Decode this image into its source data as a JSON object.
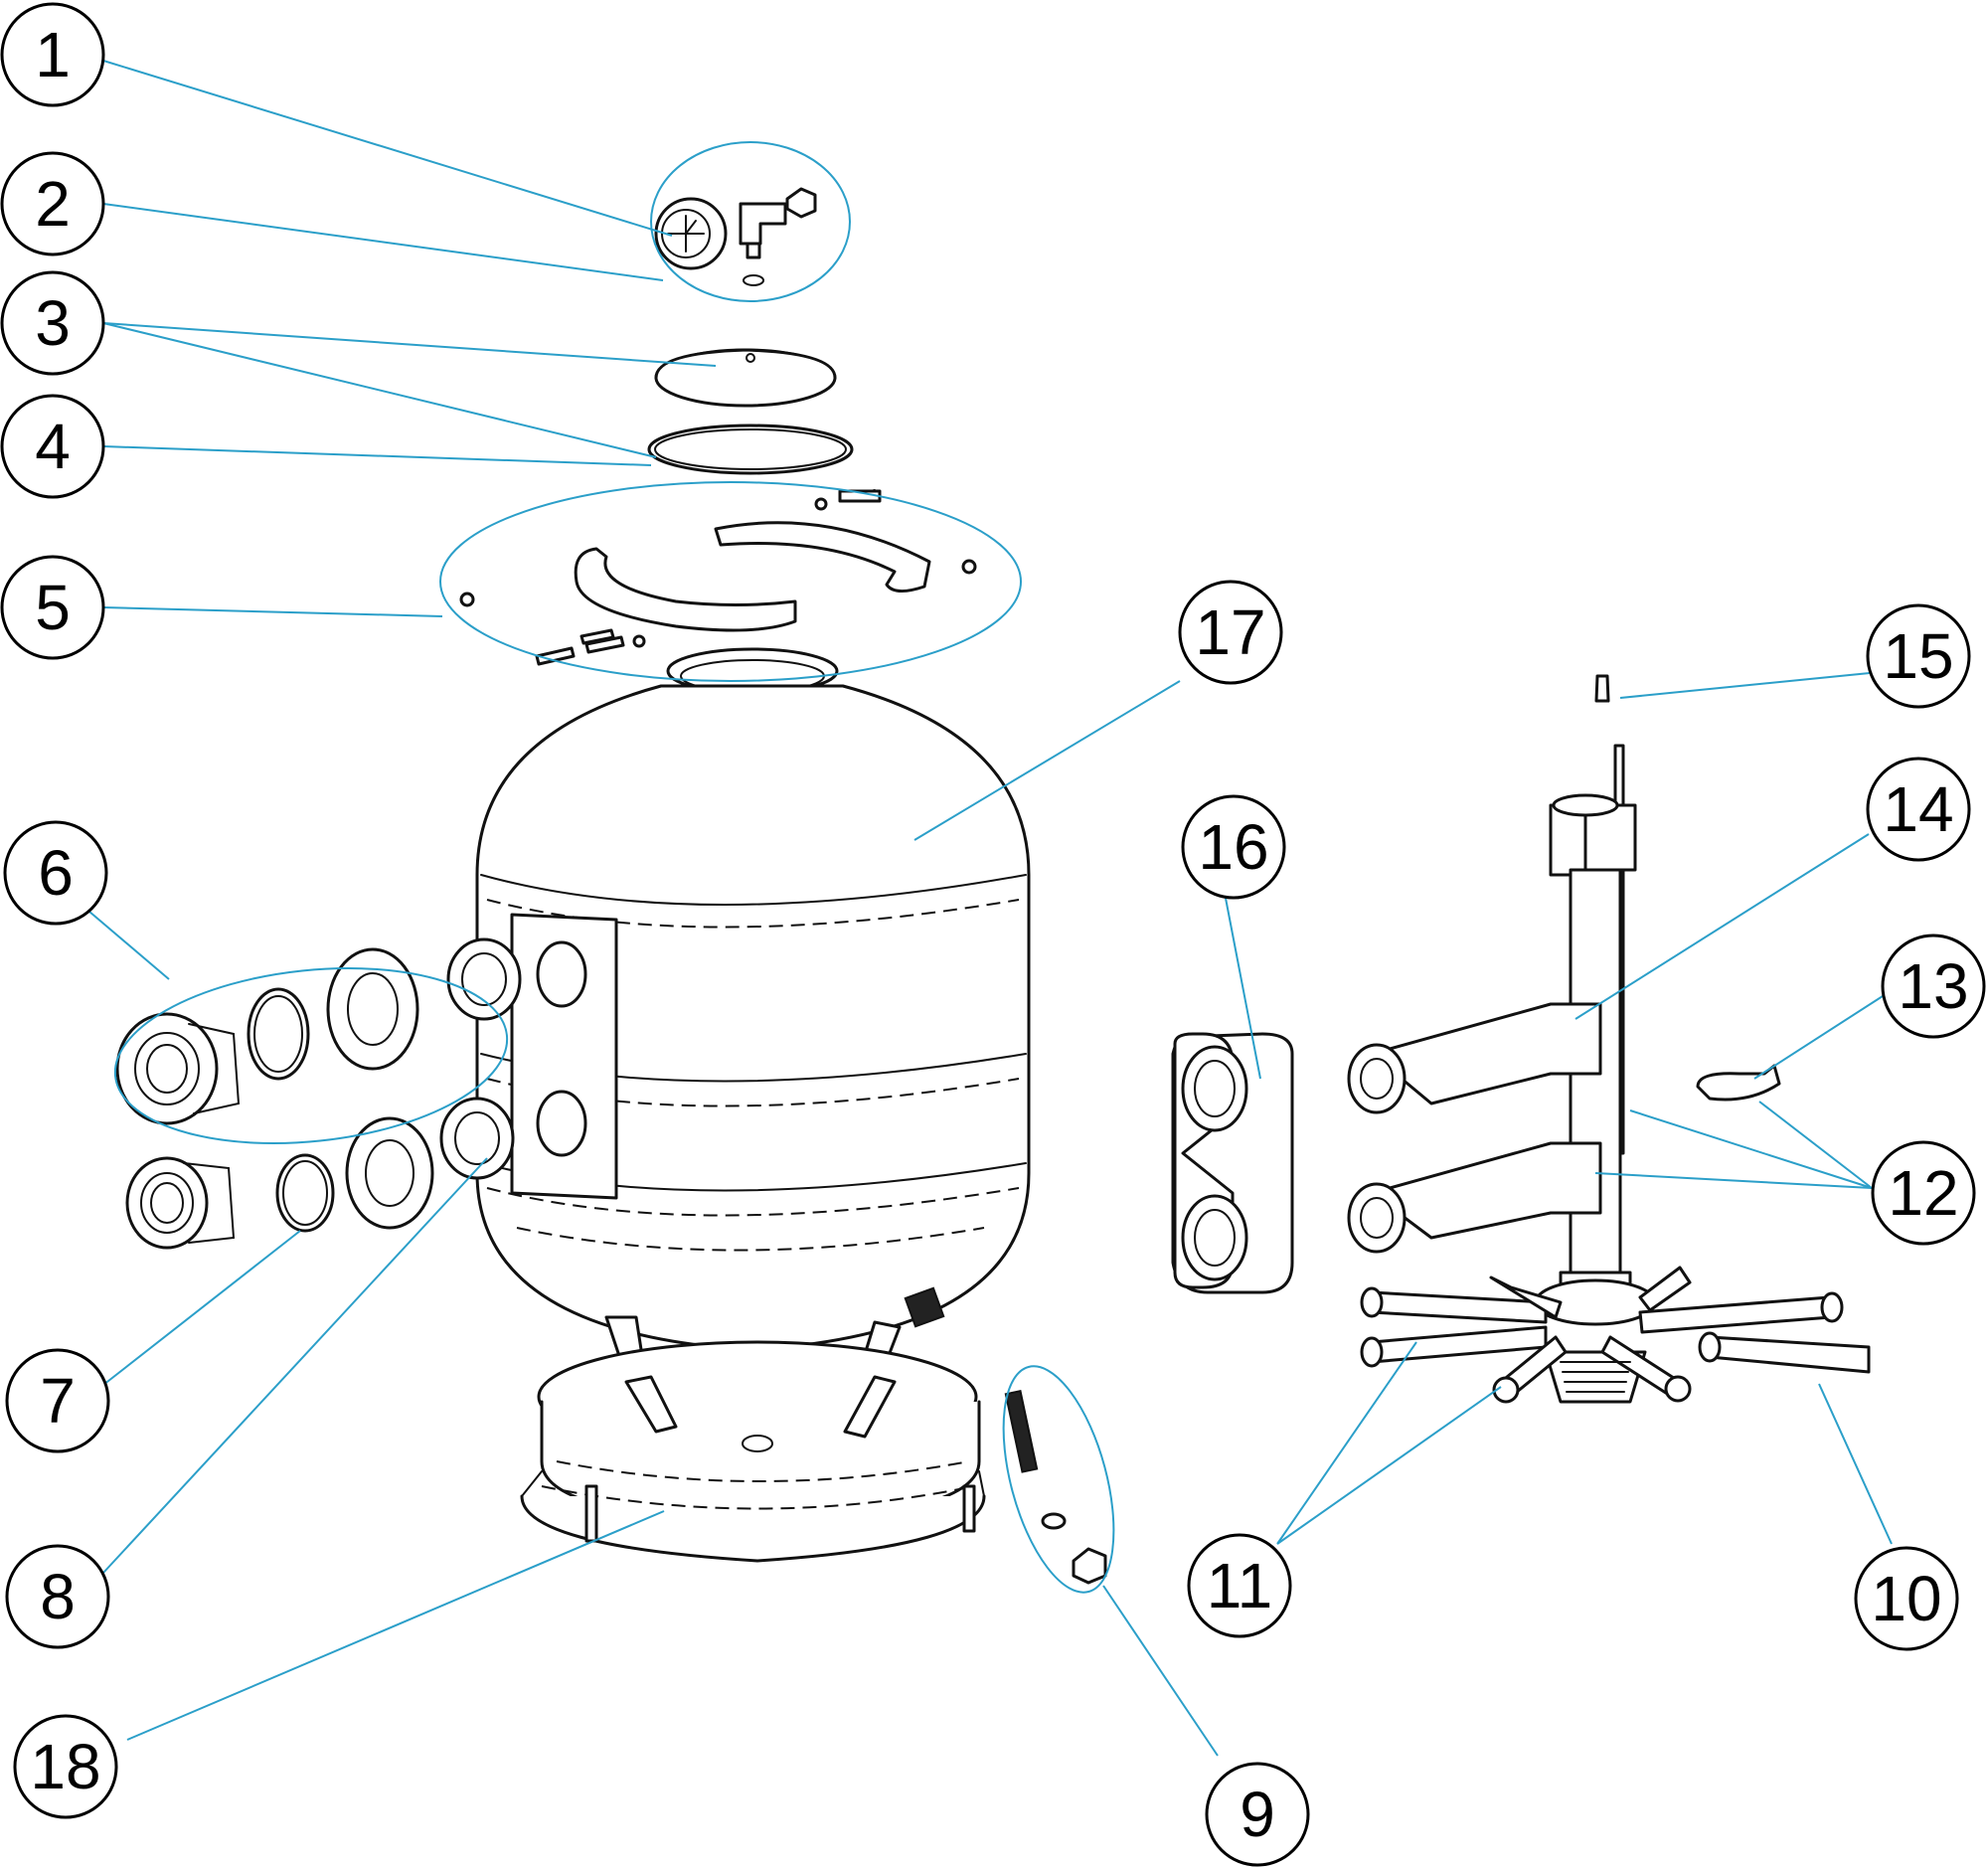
{
  "colors": {
    "leader": "#2b9fc9",
    "line_art": "#111111",
    "background": "#ffffff"
  },
  "callouts": [
    {
      "id": "1",
      "label": "1"
    },
    {
      "id": "2",
      "label": "2"
    },
    {
      "id": "3",
      "label": "3"
    },
    {
      "id": "4",
      "label": "4"
    },
    {
      "id": "5",
      "label": "5"
    },
    {
      "id": "6",
      "label": "6"
    },
    {
      "id": "7",
      "label": "7"
    },
    {
      "id": "8",
      "label": "8"
    },
    {
      "id": "9",
      "label": "9"
    },
    {
      "id": "10",
      "label": "10"
    },
    {
      "id": "11",
      "label": "11"
    },
    {
      "id": "12",
      "label": "12"
    },
    {
      "id": "13",
      "label": "13"
    },
    {
      "id": "14",
      "label": "14"
    },
    {
      "id": "15",
      "label": "15"
    },
    {
      "id": "16",
      "label": "16"
    },
    {
      "id": "17",
      "label": "17"
    },
    {
      "id": "18",
      "label": "18"
    }
  ]
}
